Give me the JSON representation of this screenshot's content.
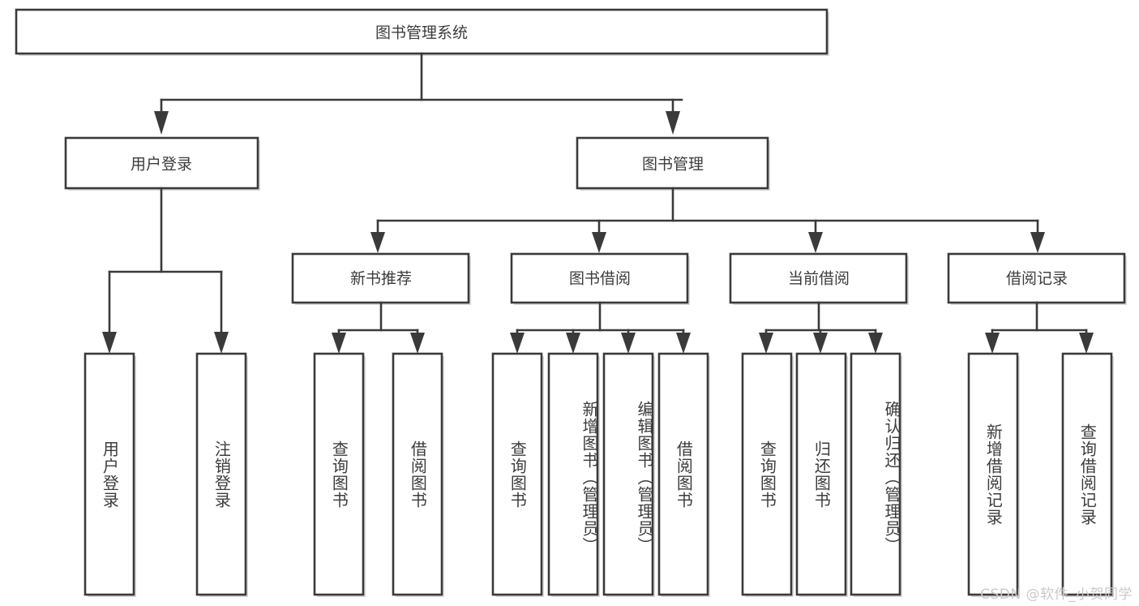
{
  "diagram": {
    "type": "tree",
    "title": "图书管理系统",
    "watermark": "CSDN @软件_小贺同学",
    "colors": {
      "stroke": "#3a3a3a",
      "text": "#3c3c3c",
      "background": "#ffffff",
      "watermark": "#c9c9c9"
    },
    "root": {
      "id": "root",
      "label": "图书管理系统"
    },
    "level2": [
      {
        "id": "user-login",
        "label": "用户登录"
      },
      {
        "id": "book-manage",
        "label": "图书管理"
      }
    ],
    "level3": [
      {
        "id": "new-book-recommend",
        "label": "新书推荐",
        "parent": "book-manage"
      },
      {
        "id": "book-borrow",
        "label": "图书借阅",
        "parent": "book-manage"
      },
      {
        "id": "current-borrow",
        "label": "当前借阅",
        "parent": "book-manage"
      },
      {
        "id": "borrow-record",
        "label": "借阅记录",
        "parent": "book-manage"
      }
    ],
    "leaves": [
      {
        "id": "leaf-user-login",
        "label": "用户登录",
        "parent": "user-login"
      },
      {
        "id": "leaf-user-logout",
        "label": "注销登录",
        "parent": "user-login"
      },
      {
        "id": "leaf-query-book-1",
        "label": "查询图书",
        "parent": "new-book-recommend"
      },
      {
        "id": "leaf-borrow-book-1",
        "label": "借阅图书",
        "parent": "new-book-recommend"
      },
      {
        "id": "leaf-query-book-2",
        "label": "查询图书",
        "parent": "book-borrow"
      },
      {
        "id": "leaf-add-book",
        "label": "新增图书（管理员）",
        "parent": "book-borrow"
      },
      {
        "id": "leaf-edit-book",
        "label": "编辑图书（管理员）",
        "parent": "book-borrow"
      },
      {
        "id": "leaf-borrow-book-2",
        "label": "借阅图书",
        "parent": "book-borrow"
      },
      {
        "id": "leaf-query-book-3",
        "label": "查询图书",
        "parent": "current-borrow"
      },
      {
        "id": "leaf-return-book",
        "label": "归还图书",
        "parent": "current-borrow"
      },
      {
        "id": "leaf-confirm-return",
        "label": "确认归还（管理员）",
        "parent": "current-borrow"
      },
      {
        "id": "leaf-add-record",
        "label": "新增借阅记录",
        "parent": "borrow-record"
      },
      {
        "id": "leaf-query-record",
        "label": "查询借阅记录",
        "parent": "borrow-record"
      }
    ]
  }
}
